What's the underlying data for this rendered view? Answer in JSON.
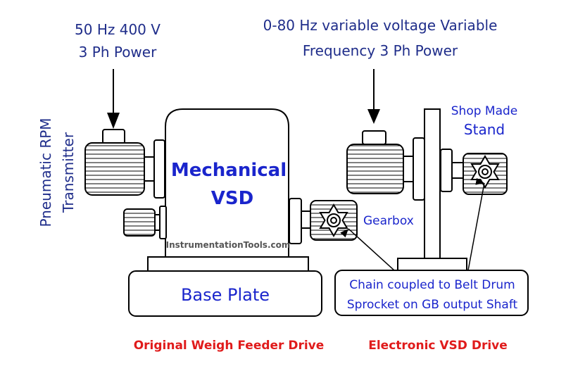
{
  "labels": {
    "power_left_line1": "50 Hz 400 V",
    "power_left_line2": "3 Ph Power",
    "power_right_line1": "0-80 Hz variable voltage Variable",
    "power_right_line2": "Frequency 3 Ph Power",
    "rpm_line1": "Pneumatic RPM",
    "rpm_line2": "Transmitter",
    "vsd_line1": "Mechanical",
    "vsd_line2": "VSD",
    "watermark": "InstrumentationTools.com",
    "base_plate": "Base Plate",
    "gearbox": "Gearbox",
    "stand_line1": "Shop Made",
    "stand_line2": "Stand",
    "note_line1": "Chain coupled to Belt Drum",
    "note_line2": "Sprocket on GB output Shaft",
    "caption_left": "Original Weigh Feeder Drive",
    "caption_right": "Electronic VSD Drive"
  },
  "colors": {
    "label_blue": "#1f2d8a",
    "emphasis_blue": "#1a25cc",
    "caption_red": "#e01b1b",
    "outline": "#000000"
  }
}
